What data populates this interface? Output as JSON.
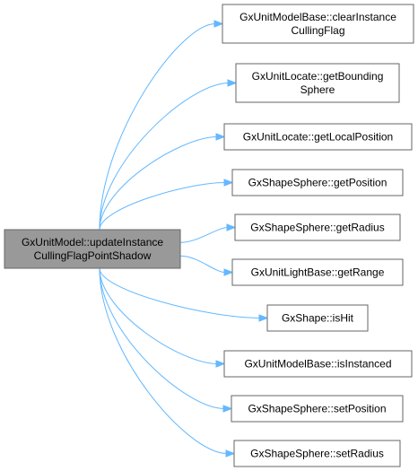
{
  "diagram": {
    "caller": {
      "id": "update",
      "lines": [
        "GxUnitModel::updateInstance",
        "CullingFlagPointShadow"
      ]
    },
    "callees": [
      {
        "id": "clearInstanceCullingFlag",
        "lines": [
          "GxUnitModelBase::clearInstance",
          "CullingFlag"
        ]
      },
      {
        "id": "getBoundingSphere",
        "lines": [
          "GxUnitLocate::getBounding",
          "Sphere"
        ]
      },
      {
        "id": "getLocalPosition",
        "lines": [
          "GxUnitLocate::getLocalPosition"
        ]
      },
      {
        "id": "getPosition",
        "lines": [
          "GxShapeSphere::getPosition"
        ]
      },
      {
        "id": "getRadius",
        "lines": [
          "GxShapeSphere::getRadius"
        ]
      },
      {
        "id": "getRange",
        "lines": [
          "GxUnitLightBase::getRange"
        ]
      },
      {
        "id": "isHit",
        "lines": [
          "GxShape::isHit"
        ]
      },
      {
        "id": "isInstanced",
        "lines": [
          "GxUnitModelBase::isInstanced"
        ]
      },
      {
        "id": "setPosition",
        "lines": [
          "GxShapeSphere::setPosition"
        ]
      },
      {
        "id": "setRadius",
        "lines": [
          "GxShapeSphere::setRadius"
        ]
      }
    ],
    "colors": {
      "edge": "#63b8ff",
      "caller_fill": "#999999",
      "callee_fill": "#ffffff",
      "border": "#666666"
    }
  }
}
